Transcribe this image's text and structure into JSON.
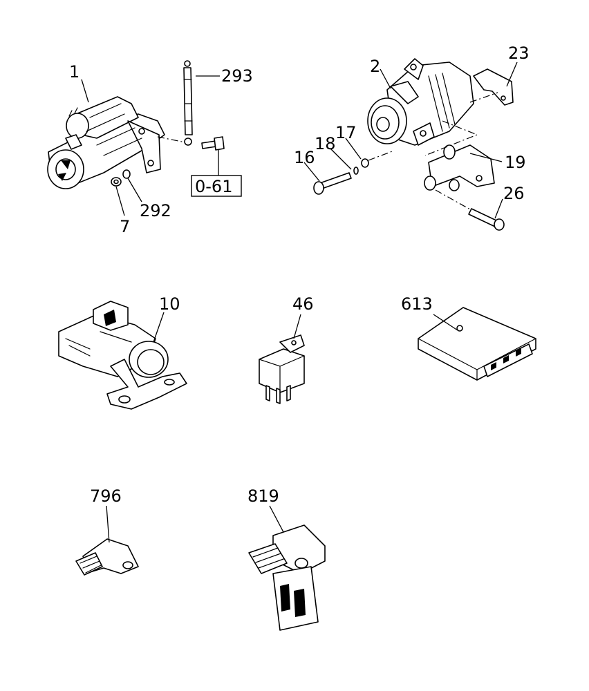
{
  "callouts": {
    "p1": "1",
    "p293": "293",
    "p061": "0-61",
    "p7": "7",
    "p292": "292",
    "p2": "2",
    "p23": "23",
    "p17": "17",
    "p18": "18",
    "p16": "16",
    "p19": "19",
    "p26": "26",
    "p10": "10",
    "p46": "46",
    "p613": "613",
    "p796": "796",
    "p819": "819"
  }
}
